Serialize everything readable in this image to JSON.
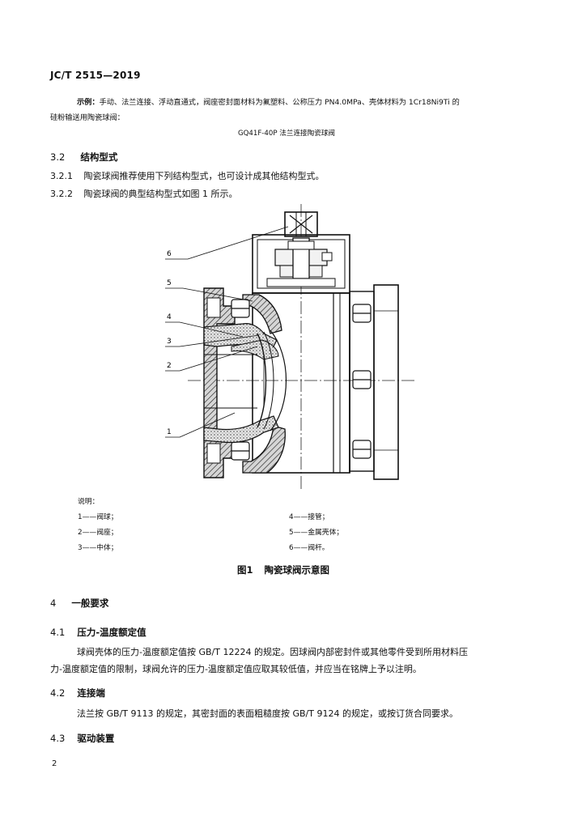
{
  "header": {
    "std_no": "JC/T 2515—2019"
  },
  "example": {
    "prefix": "示例：",
    "line1": "手动、法兰连接、浮动直通式，阀座密封面材料为氟塑料、公称压力 PN4.0MPa、壳体材料为 1Cr18Ni9Ti 的",
    "line2": "硅粉输送用陶瓷球阀：",
    "model": "GQ41F-40P  法兰连接陶瓷球阀"
  },
  "s32": {
    "num": "3.2",
    "title": "结构型式",
    "p1_num": "3.2.1",
    "p1": "陶瓷球阀推荐使用下列结构型式，也可设计成其他结构型式。",
    "p2_num": "3.2.2",
    "p2": "陶瓷球阀的典型结构型式如图 1 所示。"
  },
  "figure": {
    "callouts": [
      "6",
      "5",
      "4",
      "3",
      "2",
      "1"
    ],
    "legend_title": "说明：",
    "legend_left": [
      "1——阀球；",
      "2——阀座；",
      "3——中体；"
    ],
    "legend_right": [
      "4——接管；",
      "5——金属壳体；",
      "6——阀杆。"
    ],
    "caption_num": "图1",
    "caption": "陶瓷球阀示意图"
  },
  "s4": {
    "num": "4",
    "title": "一般要求"
  },
  "s41": {
    "num": "4.1",
    "title": "压力-温度额定值",
    "p_line1": "球阀壳体的压力-温度额定值按 GB/T 12224 的规定。因球阀内部密封件或其他零件受到所用材料压",
    "p_line2": "力-温度额定值的限制，球阀允许的压力-温度额定值应取其较低值，并应当在铭牌上予以注明。"
  },
  "s42": {
    "num": "4.2",
    "title": "连接端",
    "p": "法兰按 GB/T 9113 的规定，其密封面的表面粗糙度按 GB/T 9124 的规定，或按订货合同要求。"
  },
  "s43": {
    "num": "4.3",
    "title": "驱动装置"
  },
  "page_number": "2"
}
